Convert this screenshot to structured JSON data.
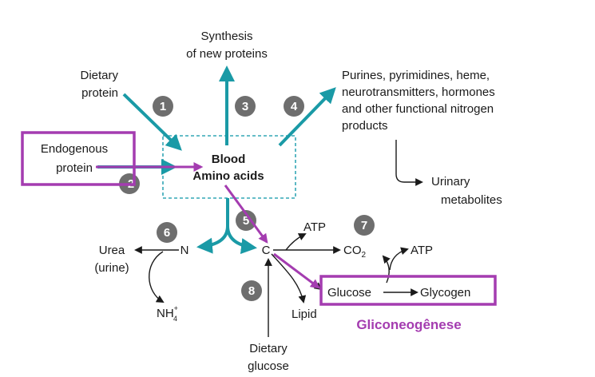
{
  "colors": {
    "teal": "#1a9aa6",
    "purple": "#a43cb0",
    "badge": "#6e6e6e",
    "black": "#1a1a1a",
    "box_border": "#33a7b5"
  },
  "labels": {
    "synthesis_line1": "Synthesis",
    "synthesis_line2": "of new proteins",
    "dietary_protein_line1": "Dietary",
    "dietary_protein_line2": "protein",
    "products_line1": "Purines, pyrimidines, heme,",
    "products_line2": "neurotransmitters, hormones",
    "products_line3": "and other functional nitrogen",
    "products_line4": "products",
    "endogenous_line1": "Endogenous",
    "endogenous_line2": "protein",
    "blood_line1": "Blood",
    "blood_line2": "Amino acids",
    "urinary_line1": "Urinary",
    "urinary_line2": "metabolites",
    "urea_line1": "Urea",
    "urea_line2": "(urine)",
    "n": "N",
    "c": "C",
    "atp_top": "ATP",
    "co2": "CO",
    "co2_sub": "2",
    "atp_right": "ATP",
    "glucose": "Glucose",
    "glycogen": "Glycogen",
    "nh4": "NH",
    "nh4_sup": "+",
    "nh4_sub": "4",
    "lipid": "Lipid",
    "dietary_glucose_line1": "Dietary",
    "dietary_glucose_line2": "glucose",
    "gliconeogenese": "Gliconeogênese"
  },
  "steps": [
    "1",
    "2",
    "3",
    "4",
    "5",
    "6",
    "7",
    "8"
  ]
}
